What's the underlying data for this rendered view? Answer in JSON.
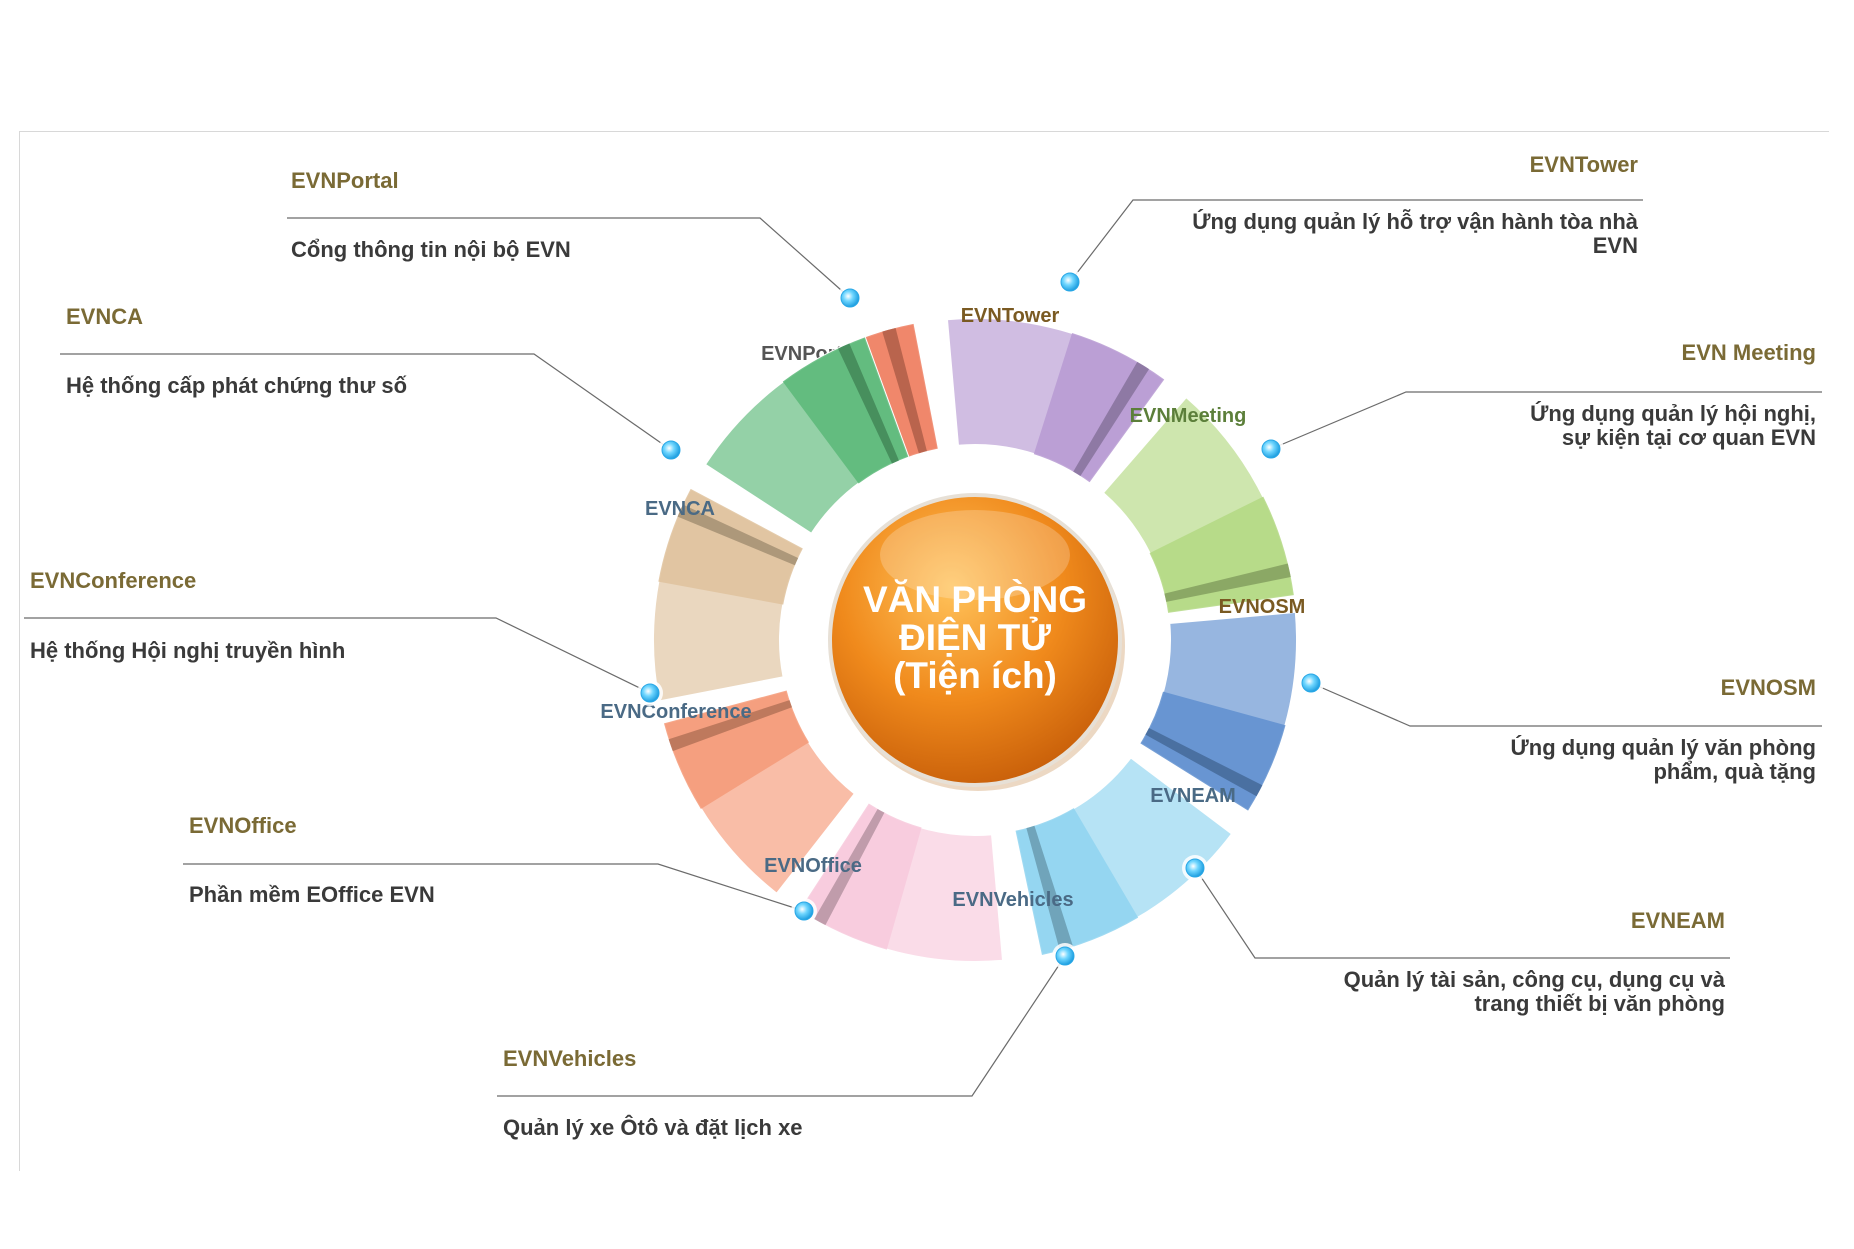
{
  "center": {
    "lines": [
      "VĂN PHÒNG",
      "ĐIỆN TỬ",
      "(Tiện ích)"
    ],
    "color": "#f08a1c"
  },
  "modules": [
    {
      "id": "evnportal",
      "segment_label": "EVNPortal",
      "title": "EVNPortal",
      "description": [
        "Cổng thông tin nội bộ EVN"
      ],
      "color": "#ee8063"
    },
    {
      "id": "evntower",
      "segment_label": "EVNTower",
      "title": "EVNTower",
      "description": [
        "Ứng dụng quản lý hỗ trợ vận hành tòa nhà",
        "EVN"
      ],
      "color": "#b79ad2"
    },
    {
      "id": "evnmeeting",
      "segment_label": "EVNMeeting",
      "title": "EVN Meeting",
      "description": [
        "Ứng dụng quản lý  hội nghị,",
        "sự kiện tại cơ  quan EVN"
      ],
      "color": "#b3d882"
    },
    {
      "id": "evnosm",
      "segment_label": "EVNOSM",
      "title": "EVNOSM",
      "description": [
        "Ứng dụng quản lý văn phòng",
        "phẩm, quà tặng"
      ],
      "color": "#5f8fcf"
    },
    {
      "id": "evneam",
      "segment_label": "EVNEAM",
      "title": "EVNEAM",
      "description": [
        "Quản lý tài sản, công cụ, dụng cụ và",
        "trang thiết bị văn phòng"
      ],
      "color": "#8fd4f0"
    },
    {
      "id": "evnvehicles",
      "segment_label": "EVNVehicles",
      "title": "EVNVehicles",
      "description": [
        "Quản lý xe Ôtô và đặt lịch xe"
      ],
      "color": "#f7c9dc"
    },
    {
      "id": "evnoffice",
      "segment_label": "EVNOffice",
      "title": "EVNOffice",
      "description": [
        "Phần mềm EOffice EVN"
      ],
      "color": "#f59a78"
    },
    {
      "id": "evnconference",
      "segment_label": "EVNConference",
      "title": "EVNConference",
      "description": [
        "Hệ thống Hội nghị truyền hình"
      ],
      "color": "#dfc29c"
    },
    {
      "id": "evnca",
      "segment_label": "EVNCA",
      "title": "EVNCA",
      "description": [
        "Hệ thống cấp phát chứng thư số"
      ],
      "color": "#5bb878"
    }
  ]
}
